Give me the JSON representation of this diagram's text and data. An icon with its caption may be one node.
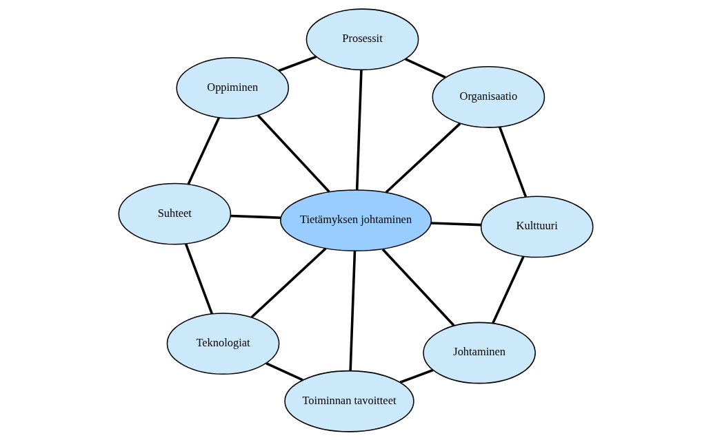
{
  "diagram": {
    "nodes": [
      {
        "text": [
          "Tietämyksen johtaminen"
        ]
      },
      {
        "text": [
          "Kulttuuri"
        ]
      },
      {
        "text": [
          "Organisaatio"
        ]
      },
      {
        "text": [
          "Prosessit"
        ]
      },
      {
        "text": [
          "Oppiminen"
        ]
      },
      {
        "text": [
          "Suhteet"
        ]
      },
      {
        "text": [
          "Teknologiat"
        ]
      },
      {
        "text": [
          "Toiminnan tavoitteet"
        ]
      },
      {
        "text": [
          "Johtaminen"
        ]
      }
    ],
    "edges": [
      {
        "from": 0,
        "to": 1,
        "arrow": "none"
      },
      {
        "from": 0,
        "to": 2,
        "arrow": "none"
      },
      {
        "from": 0,
        "to": 3,
        "arrow": "none"
      },
      {
        "from": 0,
        "to": 4,
        "arrow": "none"
      },
      {
        "from": 0,
        "to": 5,
        "arrow": "none"
      },
      {
        "from": 0,
        "to": 6,
        "arrow": "none"
      },
      {
        "from": 0,
        "to": 7,
        "arrow": "none"
      },
      {
        "from": 0,
        "to": 8,
        "arrow": "none"
      },
      {
        "from": 1,
        "to": 2,
        "arrow": "none"
      },
      {
        "from": 2,
        "to": 3,
        "arrow": "none"
      },
      {
        "from": 3,
        "to": 4,
        "arrow": "none"
      },
      {
        "from": 4,
        "to": 5,
        "arrow": "none"
      },
      {
        "from": 5,
        "to": 6,
        "arrow": "none"
      },
      {
        "from": 6,
        "to": 7,
        "arrow": "none"
      },
      {
        "from": 7,
        "to": 8,
        "arrow": "none"
      },
      {
        "from": 8,
        "to": 1,
        "arrow": "none"
      }
    ]
  }
}
